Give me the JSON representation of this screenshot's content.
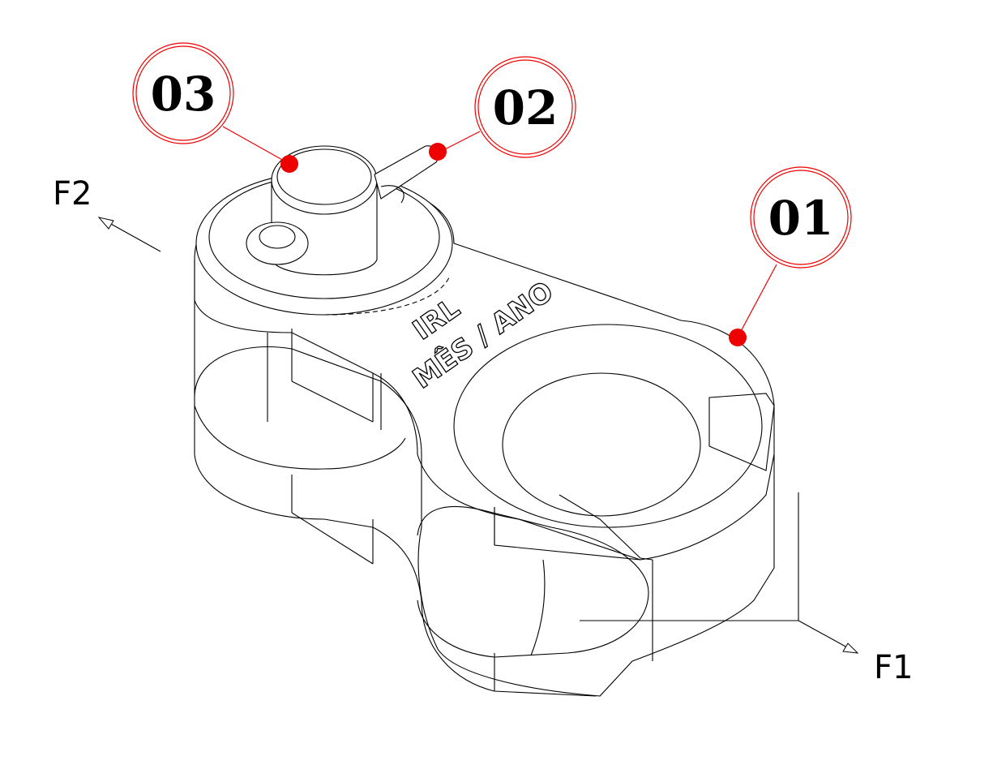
{
  "callouts": [
    {
      "label": "03"
    },
    {
      "label": "02"
    },
    {
      "label": "01"
    }
  ],
  "forces": {
    "f1": "F1",
    "f2": "F2"
  },
  "engraving": {
    "line1": "IRL",
    "line2": "MÊS / ANO"
  },
  "colors": {
    "callout": "#e00000",
    "line": "#000000"
  }
}
